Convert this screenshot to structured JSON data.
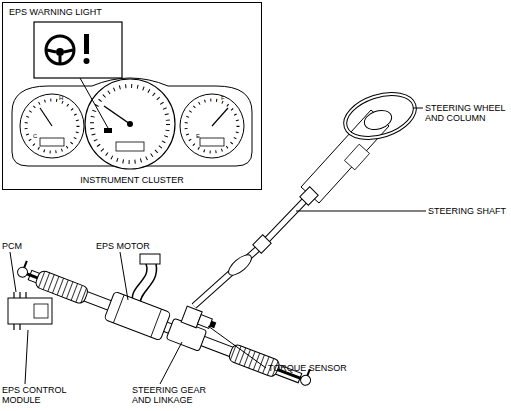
{
  "diagram": {
    "nodes": [
      {
        "text": [
          "EPS WARNING LIGHT",
          "INSTRUMENT CLUSTER"
        ]
      }
    ],
    "labels": [
      "H",
      "C",
      "F",
      "E",
      "STEERING WHEEL AND COLUMN",
      "STEERING SHAFT",
      "PCM",
      "EPS MOTOR",
      "EPS CONTROL MODULE",
      "STEERING GEAR AND LINKAGE",
      "TORQUE SENSOR"
    ]
  }
}
